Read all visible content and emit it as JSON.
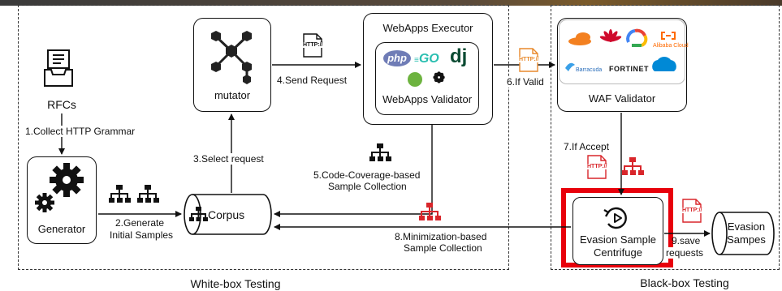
{
  "regions": {
    "whitebox": "White-box Testing",
    "blackbox": "Black-box Testing"
  },
  "nodes": {
    "rfcs": "RFCs",
    "generator": "Generator",
    "corpus": "Corpus",
    "mutator": "mutator",
    "webapps_executor": "WebApps Executor",
    "webapps_validator": "WebApps Validator",
    "waf_validator": "WAF Validator",
    "centrifuge_line1": "Evasion Sample",
    "centrifuge_line2": "Centrifuge",
    "evasion_line1": "Evasion",
    "evasion_line2": "Sampes"
  },
  "edges": {
    "collect": "1.Collect HTTP Grammar",
    "generate_line1": "2.Generate",
    "generate_line2": "Initial Samples",
    "select": "3.Select request",
    "send": "4.Send Request",
    "coverage_line1": "5.Code-Coverage-based",
    "coverage_line2": "Sample Collection",
    "ifvalid": "6.If Valid",
    "ifaccept": "7.If Accept",
    "min_line1": "8.Minimization-based",
    "min_line2": "Sample Collection",
    "save_line1": "9.save",
    "save_line2": "requests"
  },
  "icons": {
    "http_text": "HTTP://"
  },
  "logos": {
    "php": "php",
    "go": "GO",
    "dj": "dj",
    "alibaba_line1": "Alibaba Cloud",
    "barracuda": "Barracuda",
    "fortinet": "FORTINET"
  },
  "colors": {
    "highlight": "#e8000b",
    "waf_red": "#d9262b",
    "http_orange": "#e8892b"
  }
}
